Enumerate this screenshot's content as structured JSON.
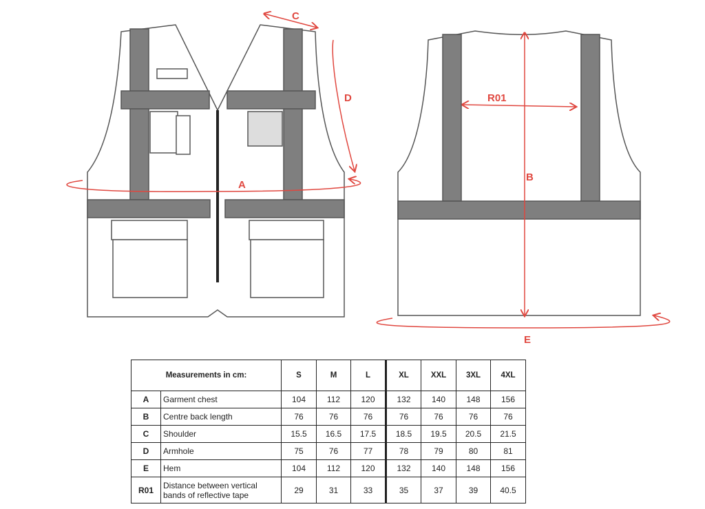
{
  "diagram_labels": {
    "A": "A",
    "B": "B",
    "C": "C",
    "D": "D",
    "E": "E",
    "R01": "R01"
  },
  "colors": {
    "arrow": "#e0473f",
    "tape": "#7a7a7a"
  },
  "table": {
    "header": "Measurements in cm:",
    "sizes": [
      "S",
      "M",
      "L",
      "XL",
      "XXL",
      "3XL",
      "4XL"
    ],
    "rows": [
      {
        "code": "A",
        "name": "Garment chest",
        "values": [
          "104",
          "112",
          "120",
          "132",
          "140",
          "148",
          "156"
        ]
      },
      {
        "code": "B",
        "name": "Centre back length",
        "values": [
          "76",
          "76",
          "76",
          "76",
          "76",
          "76",
          "76"
        ]
      },
      {
        "code": "C",
        "name": "Shoulder",
        "values": [
          "15.5",
          "16.5",
          "17.5",
          "18.5",
          "19.5",
          "20.5",
          "21.5"
        ]
      },
      {
        "code": "D",
        "name": "Armhole",
        "values": [
          "75",
          "76",
          "77",
          "78",
          "79",
          "80",
          "81"
        ]
      },
      {
        "code": "E",
        "name": "Hem",
        "values": [
          "104",
          "112",
          "120",
          "132",
          "140",
          "148",
          "156"
        ]
      },
      {
        "code": "R01",
        "name": "Distance between vertical bands of reflective tape",
        "values": [
          "29",
          "31",
          "33",
          "35",
          "37",
          "39",
          "40.5"
        ]
      }
    ]
  }
}
